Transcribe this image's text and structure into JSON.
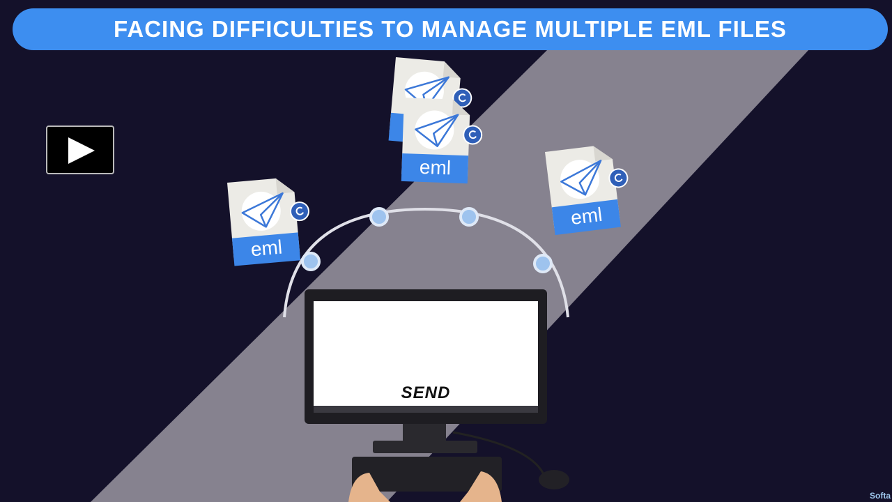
{
  "banner": {
    "title": "FACING DIFFICULTIES TO MANAGE MULTIPLE EML FILES"
  },
  "player": {
    "play_icon": "play-icon"
  },
  "files": [
    {
      "label": "eml"
    },
    {
      "label": "eml"
    },
    {
      "label": "eml"
    },
    {
      "label": "eml"
    }
  ],
  "monitor": {
    "screen_text": "SEND"
  },
  "watermark": {
    "text": "Softa"
  },
  "colors": {
    "background": "#14112a",
    "banner": "#3d8ef0",
    "beam": "#86828f",
    "file_band": "#3c86e8",
    "badge": "#2f5fb8"
  }
}
